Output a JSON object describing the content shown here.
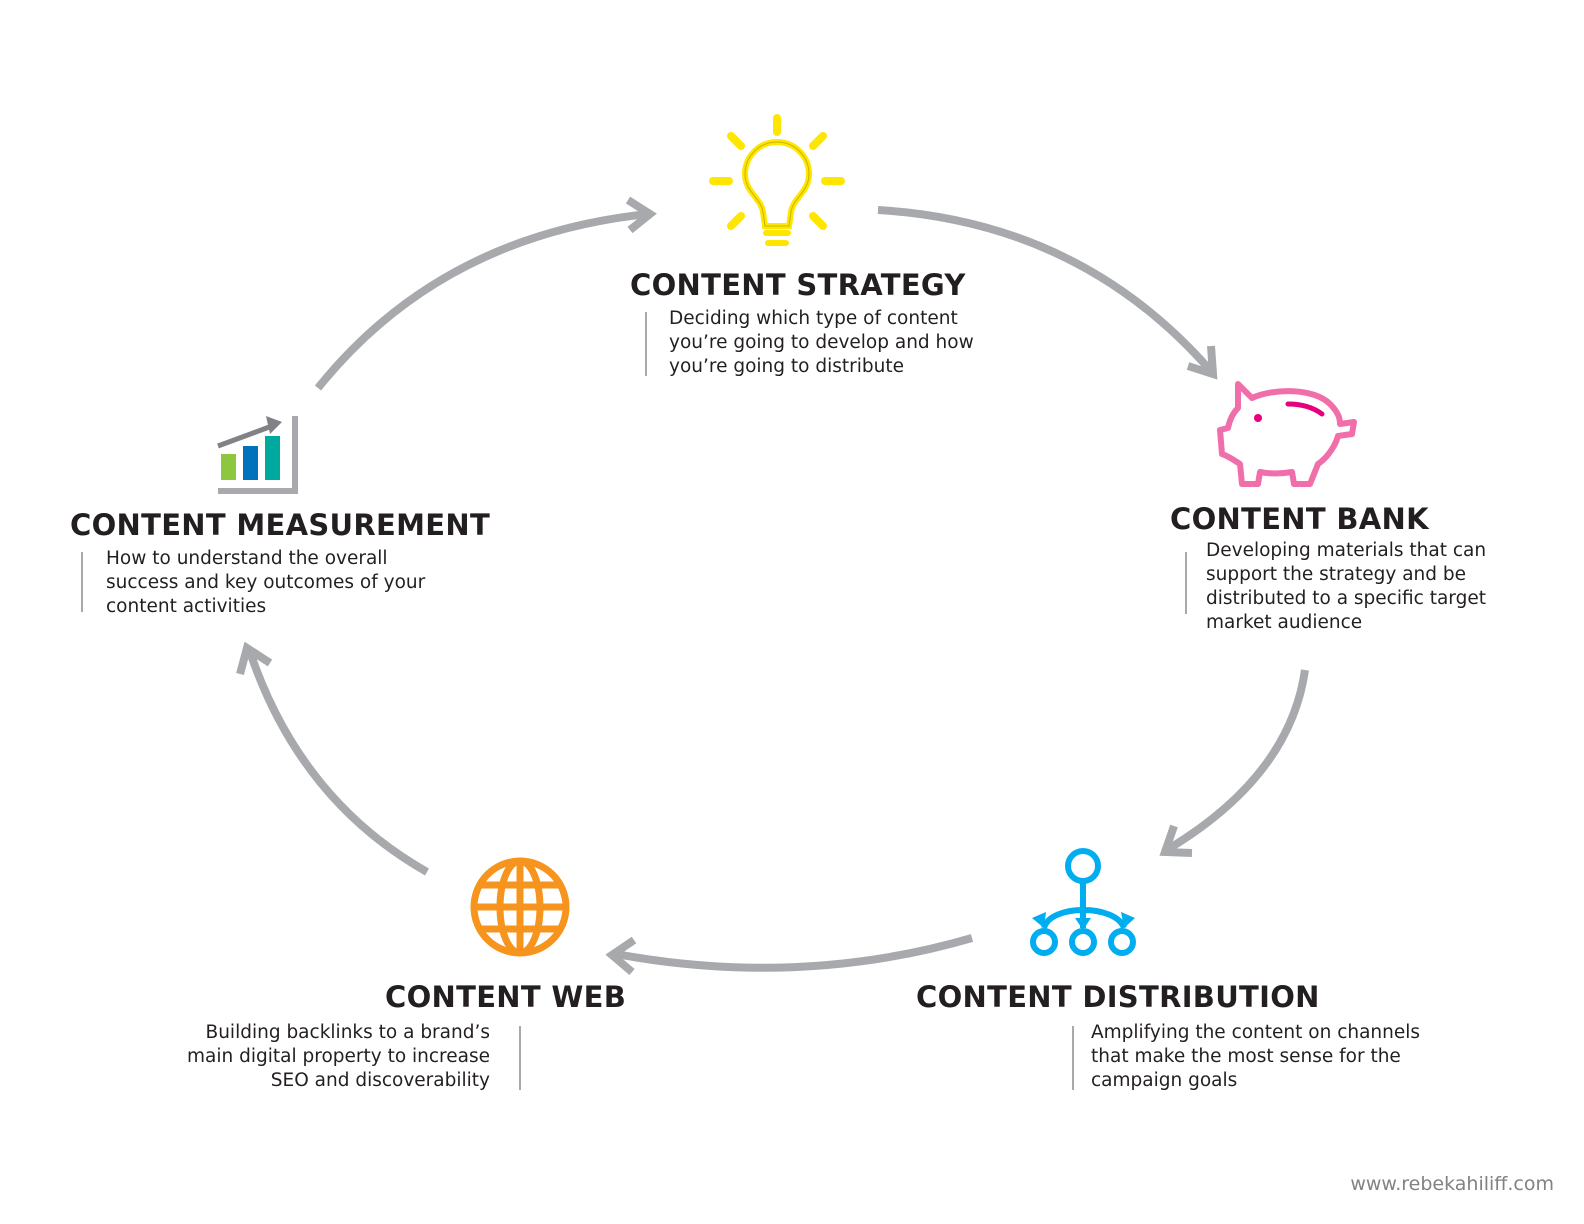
{
  "stages": [
    {
      "title": "CONTENT STRATEGY",
      "icon": "lightbulb-icon",
      "color": "#ffe600",
      "lines": [
        "Deciding which type of content",
        "you’re going to develop and how",
        "you’re going to distribute"
      ]
    },
    {
      "title": "CONTENT BANK",
      "icon": "piggy-bank-icon",
      "color": "#f06eaa",
      "lines": [
        "Developing materials that can",
        "support the strategy and be",
        "distributed to a specific target",
        "market audience"
      ]
    },
    {
      "title": "CONTENT DISTRIBUTION",
      "icon": "distribution-network-icon",
      "color": "#00aeef",
      "lines": [
        "Amplifying the content on channels",
        "that make the most sense for the",
        "campaign goals"
      ]
    },
    {
      "title": "CONTENT WEB",
      "icon": "globe-icon",
      "color": "#f7941d",
      "lines": [
        "Building backlinks to a brand’s",
        "main digital property to increase",
        "SEO and discoverability"
      ]
    },
    {
      "title": "CONTENT MEASUREMENT",
      "icon": "bar-chart-growth-icon",
      "color": "#808285",
      "lines": [
        "How to understand the overall",
        "success and key outcomes of your",
        "content activities"
      ]
    }
  ],
  "arrow_color": "#a7a9ac",
  "footer": "www.rebekahiliff.com"
}
